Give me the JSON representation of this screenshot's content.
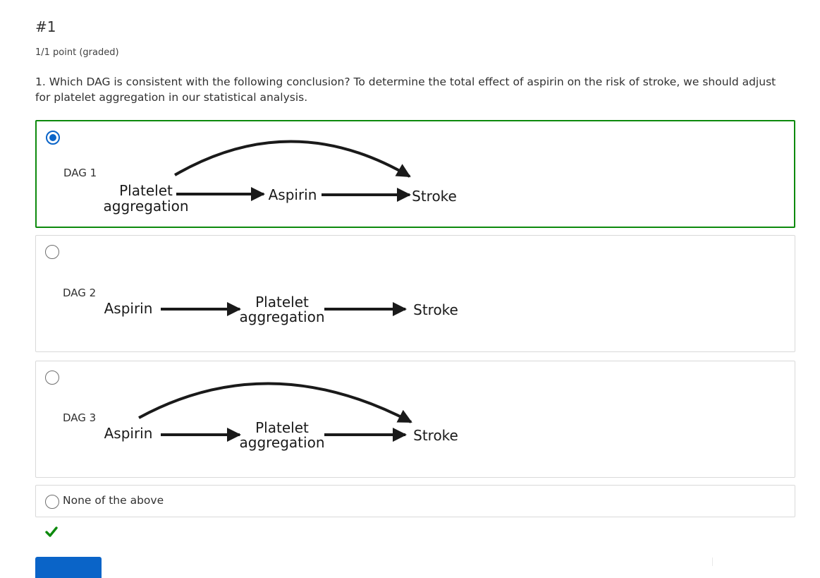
{
  "problem": {
    "title": "#1",
    "points": "1/1 point (graded)",
    "question": "1. Which DAG is consistent with the following conclusion? To determine the total effect of aspirin on the risk of stroke, we should adjust for platelet aggregation in our statistical analysis."
  },
  "choices": [
    {
      "label": "DAG 1",
      "selected": true,
      "nodes": {
        "platelet_line1": "Platelet",
        "platelet_line2": "aggregation",
        "aspirin": "Aspirin",
        "stroke": "Stroke"
      }
    },
    {
      "label": "DAG 2",
      "selected": false,
      "nodes": {
        "aspirin": "Aspirin",
        "platelet_line1": "Platelet",
        "platelet_line2": "aggregation",
        "stroke": "Stroke"
      }
    },
    {
      "label": "DAG 3",
      "selected": false,
      "nodes": {
        "aspirin": "Aspirin",
        "platelet_line1": "Platelet",
        "platelet_line2": "aggregation",
        "stroke": "Stroke"
      }
    },
    {
      "label": "None of the above",
      "selected": false
    }
  ],
  "status": {
    "icon": "checkmark-icon",
    "color": "#0d8a0d"
  },
  "colors": {
    "selected_border": "#0d8a0d",
    "radio_checked": "#0a64c8",
    "button": "#0a64c8"
  }
}
